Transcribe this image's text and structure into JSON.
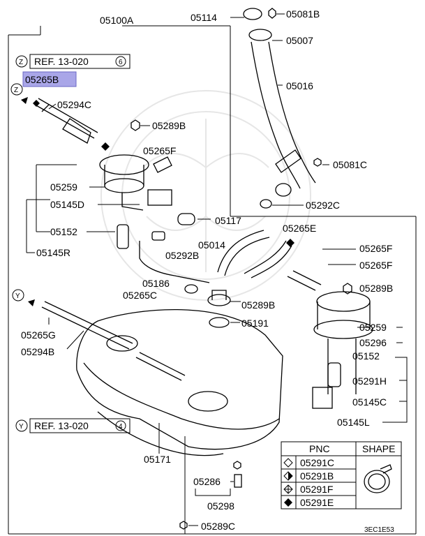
{
  "diagram": {
    "main_assembly_label": "05100A",
    "figure_code": "3EC1E53",
    "ref_top": {
      "circle_letter": "Z",
      "text": "REF. 13-020",
      "page": "6"
    },
    "ref_bottom": {
      "circle_letter": "Y",
      "text": "REF. 13-020",
      "page": "4"
    },
    "arrow_z": "Z",
    "arrow_y": "Y",
    "highlighted_part": "05265B",
    "parts": {
      "p05114": "05114",
      "p05081B": "05081B",
      "p05007": "05007",
      "p05016": "05016",
      "p05081C": "05081C",
      "p05292C": "05292C",
      "p05294C": "05294C",
      "p05289B_top": "05289B",
      "p05265F_top": "05265F",
      "p05259_left": "05259",
      "p05145D": "05145D",
      "p05152_left": "05152",
      "p05145R": "05145R",
      "p05117": "05117",
      "p05265E": "05265E",
      "p05014": "05014",
      "p05292B": "05292B",
      "p05186": "05186",
      "p05265C": "05265C",
      "p05289B_mid": "05289B",
      "p05191": "05191",
      "p05265G": "05265G",
      "p05294B": "05294B",
      "p05265F_r1": "05265F",
      "p05265F_r2": "05265F",
      "p05289B_right": "05289B",
      "p05259_right": "05259",
      "p05296": "05296",
      "p05152_right": "05152",
      "p05291H": "05291H",
      "p05145C": "05145C",
      "p05145L": "05145L",
      "p05171": "05171",
      "p05286": "05286",
      "p05298": "05298",
      "p05289C": "05289C"
    }
  },
  "legend": {
    "headers": {
      "pnc": "PNC",
      "shape": "SHAPE"
    },
    "rows": [
      {
        "symbol": "diamond-outline",
        "pnc": "05291C"
      },
      {
        "symbol": "diamond-half",
        "pnc": "05291B"
      },
      {
        "symbol": "diamond-cross",
        "pnc": "05291F"
      },
      {
        "symbol": "diamond-filled",
        "pnc": "05291E"
      }
    ]
  },
  "colors": {
    "highlight": "#a9a6e8",
    "line": "#000000",
    "watermark": "#e6e6e6"
  }
}
